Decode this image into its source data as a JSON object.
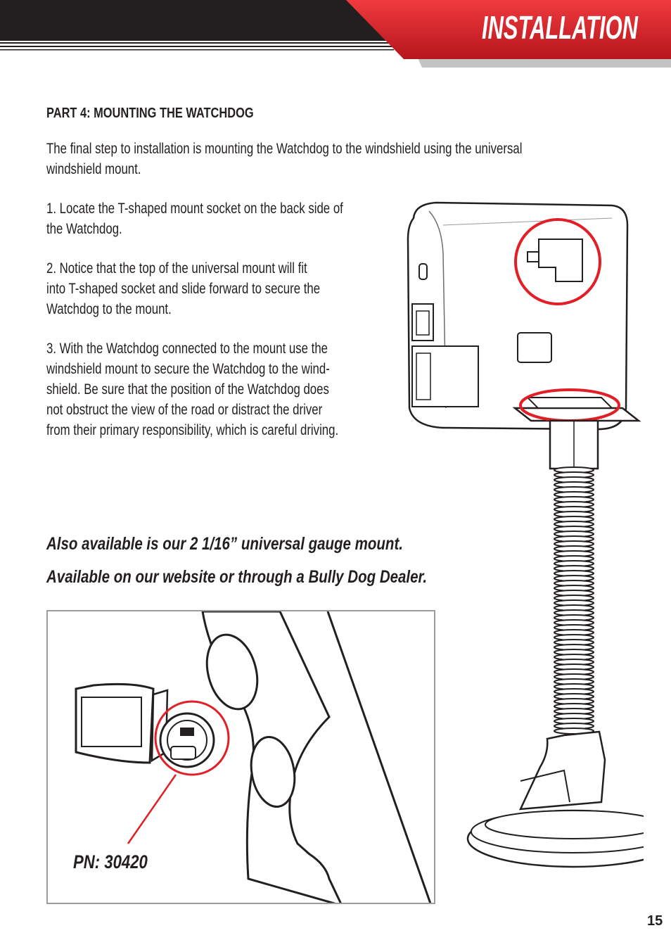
{
  "header": {
    "title": "INSTALLATION",
    "colors": {
      "bar": "#231f20",
      "accent": "#e21f26",
      "shadow": "#b9b9b9"
    }
  },
  "section": {
    "title": "PART 4: MOUNTING THE WATCHDOG",
    "intro": "The final step to installation is mounting the Watchdog to the windshield using the universal\nwindshield mount.",
    "steps": [
      "1. Locate the T-shaped mount socket on the back side of\nthe Watchdog.",
      "2. Notice that the top of the universal mount will fit\ninto T-shaped socket and slide forward to secure the\nWatchdog to the mount.",
      "3. With the Watchdog connected to the mount use the\nwindshield mount to secure the Watchdog to the wind-\nshield. Be sure that the position of the Watchdog does\nnot obstruct the view of the road or distract the driver\nfrom their primary responsibility, which is careful driving."
    ]
  },
  "promo": {
    "line1": "Also available is our 2 1/16” universal gauge mount.",
    "line2": "Available on our website or through a Bully Dog Dealer."
  },
  "gauge_photo": {
    "part_number": "PN: 30420",
    "highlight_color": "#e21f26"
  },
  "page_number": "15"
}
